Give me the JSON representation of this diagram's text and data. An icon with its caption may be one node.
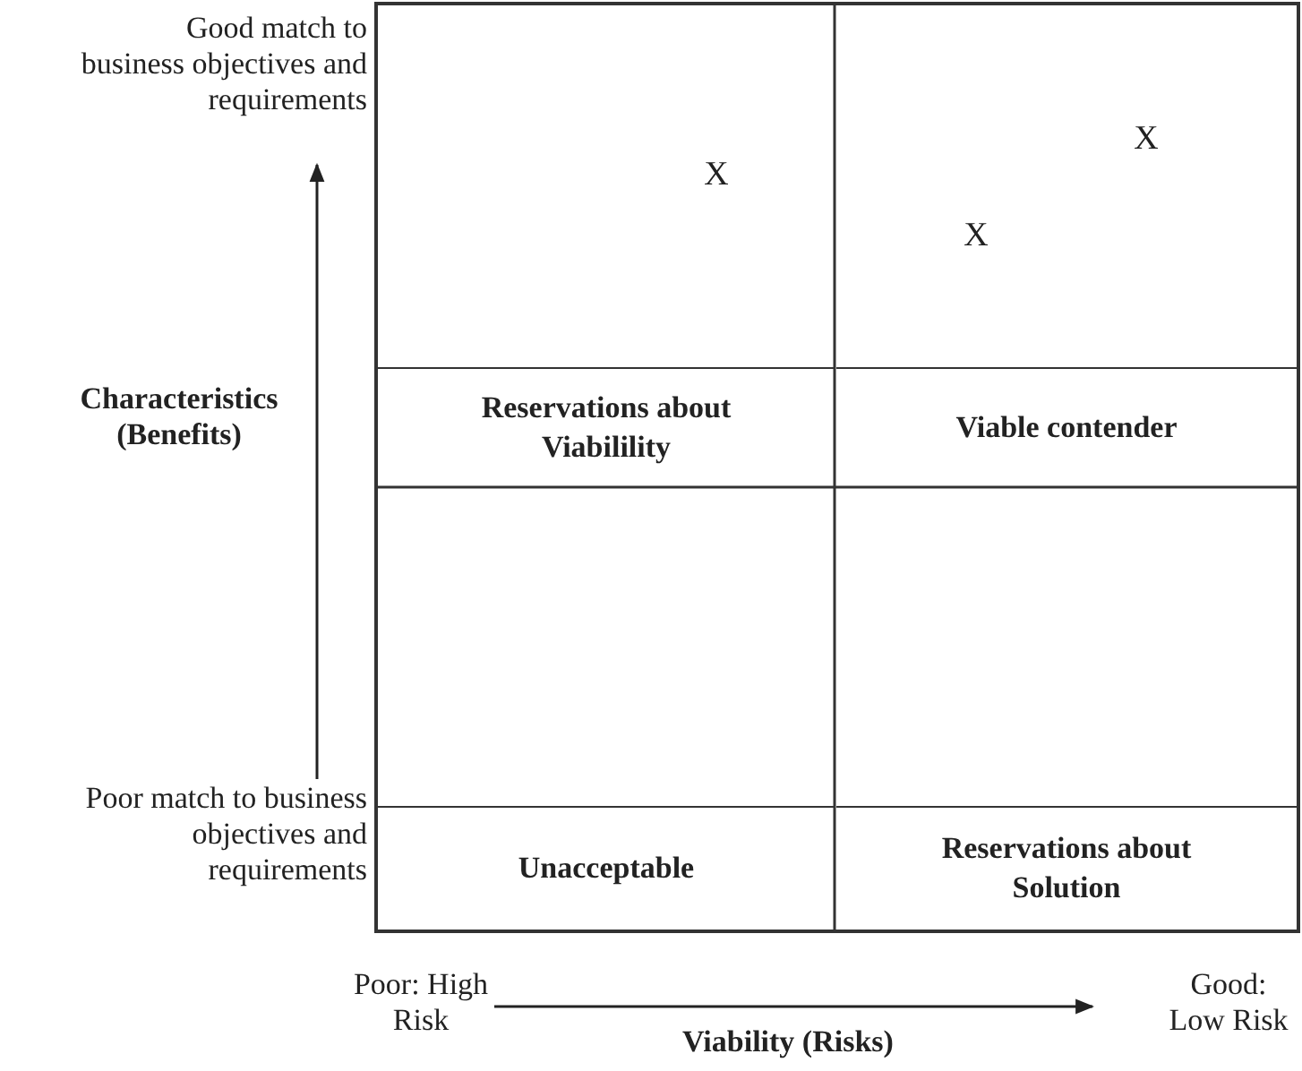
{
  "diagram": {
    "nodes": [
      {
        "text": [
          "Reservations about Viabilility"
        ]
      },
      {
        "text": [
          "Viable contender"
        ]
      },
      {
        "text": [
          "Unacceptable"
        ]
      },
      {
        "text": [
          "Reservations about Solution"
        ]
      }
    ],
    "labels": [
      "Good match to business objectives and requirements",
      "X",
      "X",
      "X",
      "Characteristics (Benefits)",
      "Poor match to business objectives and requirements",
      "Poor: High Risk",
      "Good: Low Risk",
      "Viability (Risks)"
    ]
  }
}
